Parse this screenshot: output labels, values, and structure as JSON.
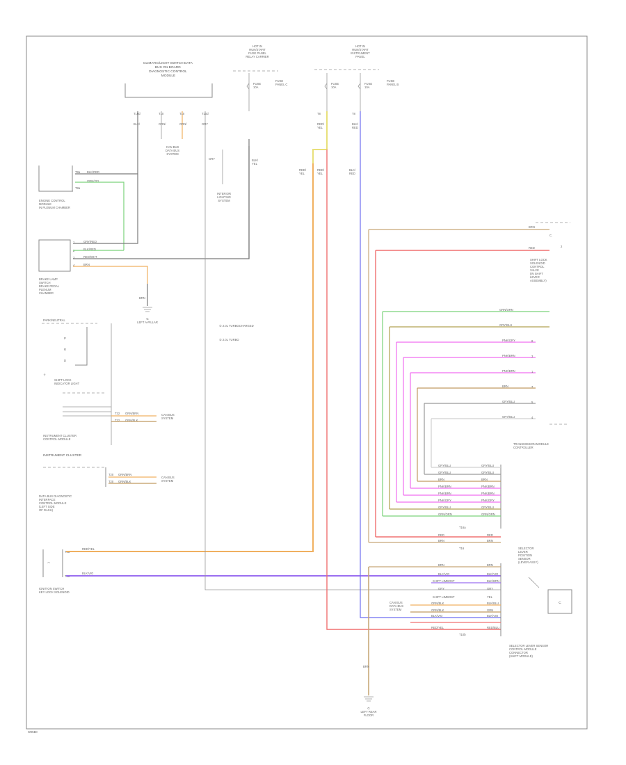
{
  "footer_code": "W05B0",
  "legend": {
    "line1": "① 2.0L TURBOCHARGED",
    "line2": "② 2.0L TURBO"
  },
  "labels": {
    "top_module": "CLIMATIC/LIGHT SWITCH DATA\nBUS ON BOARD\nDIAGNOSTIC CONTROL\nMODULE",
    "hot_run1": "HOT IN\nRUN/START\nFUSE PANEL\nRELAY CARRIER",
    "hot_run2": "HOT IN\nRUN/START\nINSTRUMENT\nPANEL",
    "fuse1": "FUSE\n10A",
    "fuse2": "FUSE\n10A",
    "fuse3": "FUSE\n10A",
    "engine_ctrl": "ENGINE CONTROL\nMODULE\nIN PLENUM CHAMBER",
    "brake_lamp": "BRAKE LAMP\nSWITCH",
    "gnd1": "G\nLEFT A-PILLAR",
    "cluster": "INSTRUMENT CLUSTER",
    "cluster_sub": "INSTRUMENT CLUSTER\nCONTROL MODULE",
    "shift_lock": "SHIFT LOCK\nINDICATOR LIGHT",
    "data_bus1": "CAN BUS\nSYSTEM",
    "data_bus2": "CAN BUS\nSYSTEM",
    "data_bus3": "CAN BUS\nSYSTEM",
    "gateway": "DATA BUS DIAGNOSTIC\nINTERFACE\nCONTROL MODULE",
    "park_ignition": "PARK/NEUTRAL\nSWITCH",
    "shift_lock_sol": "SHIFT LOCK\nSOLENOID\nCONTROL\nVALVE",
    "trans_module": "TRANSMISSION MODULE\nCONTROLLER",
    "selector_lever": "SELECTOR\nLEVER\nPOSITION\nSENSOR",
    "selector_sensor": "SELECTOR LEVER SENSOR\nCONTROL MODULE\nCONNECTOR\n(SHIFT MODULE)",
    "ignition_switch": "IGNITION SWITCH\nKEY LOCK SOLENOID",
    "gnd_bottom": "G\nLEFT REAR\nFLOOR",
    "c_terminal": "C"
  },
  "wire_colors": {
    "yellow": "#e8e07a",
    "orange": "#f0b060",
    "red": "#f07070",
    "blue": "#6e6ef0",
    "violet": "#9a6ef0",
    "green": "#7ad27a",
    "pink": "#f06ef0",
    "tan": "#c8a878",
    "brown": "#c09a60",
    "olive": "#b0a050",
    "gray": "#9a9a9a",
    "light": "#d0d0d0"
  }
}
